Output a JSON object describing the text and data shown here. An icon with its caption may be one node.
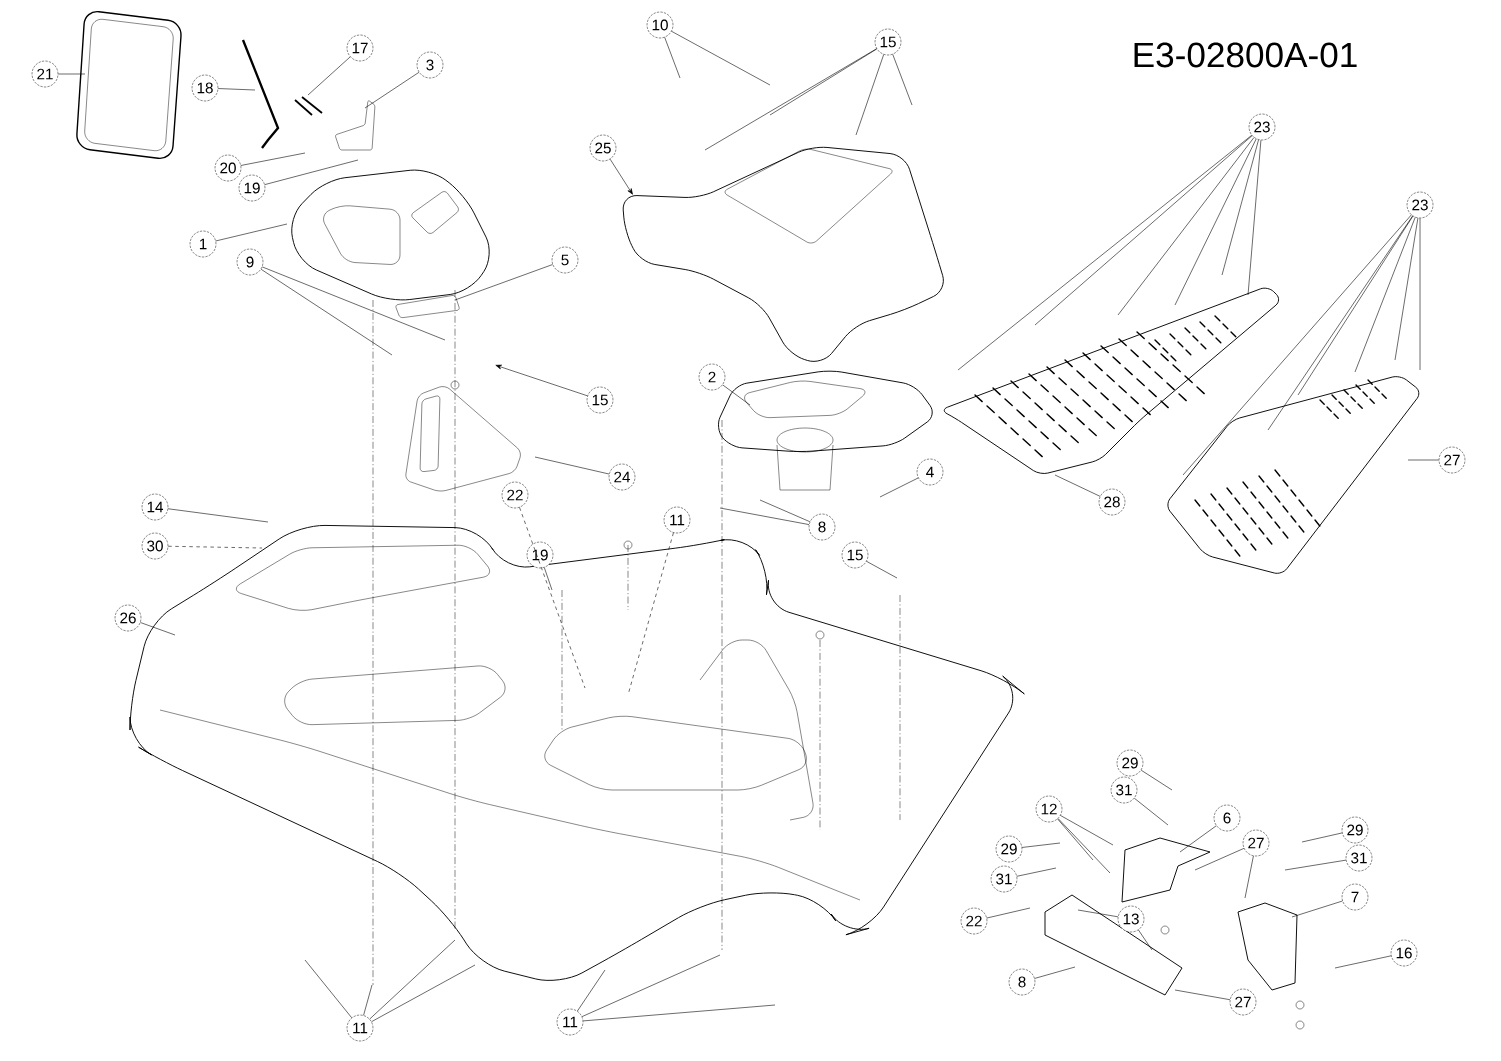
{
  "diagram": {
    "nodes": [
      {
        "text": [
          "21"
        ]
      },
      {
        "text": [
          "18"
        ]
      },
      {
        "text": [
          "17"
        ]
      },
      {
        "text": [
          "3"
        ]
      },
      {
        "text": [
          "20"
        ]
      },
      {
        "text": [
          "19"
        ]
      },
      {
        "text": [
          "1"
        ]
      },
      {
        "text": [
          "9"
        ]
      },
      {
        "text": [
          "5"
        ]
      },
      {
        "text": [
          "10"
        ]
      },
      {
        "text": [
          "15"
        ]
      },
      {
        "text": [
          "25"
        ]
      },
      {
        "text": [
          "15"
        ]
      },
      {
        "text": [
          "2"
        ]
      },
      {
        "text": [
          "24"
        ]
      },
      {
        "text": [
          "4"
        ]
      },
      {
        "text": [
          "8"
        ]
      },
      {
        "text": [
          "23"
        ]
      },
      {
        "text": [
          "23"
        ]
      },
      {
        "text": [
          "28"
        ]
      },
      {
        "text": [
          "27"
        ]
      },
      {
        "text": [
          "14"
        ]
      },
      {
        "text": [
          "30"
        ]
      },
      {
        "text": [
          "26"
        ]
      },
      {
        "text": [
          "22"
        ]
      },
      {
        "text": [
          "19"
        ]
      },
      {
        "text": [
          "11"
        ]
      },
      {
        "text": [
          "15"
        ]
      },
      {
        "text": [
          "11"
        ]
      },
      {
        "text": [
          "11"
        ]
      },
      {
        "text": [
          "29"
        ]
      },
      {
        "text": [
          "31"
        ]
      },
      {
        "text": [
          "12"
        ]
      },
      {
        "text": [
          "6"
        ]
      },
      {
        "text": [
          "29"
        ]
      },
      {
        "text": [
          "31"
        ]
      },
      {
        "text": [
          "27"
        ]
      },
      {
        "text": [
          "29"
        ]
      },
      {
        "text": [
          "31"
        ]
      },
      {
        "text": [
          "7"
        ]
      },
      {
        "text": [
          "22"
        ]
      },
      {
        "text": [
          "13"
        ]
      },
      {
        "text": [
          "16"
        ]
      },
      {
        "text": [
          "8"
        ]
      },
      {
        "text": [
          "27"
        ]
      }
    ],
    "edges": [
      {
        "from": 0,
        "to": null,
        "arrow": "none"
      },
      {
        "from": 1,
        "to": null,
        "arrow": "none"
      },
      {
        "from": 2,
        "to": null,
        "arrow": "none"
      },
      {
        "from": 3,
        "to": null,
        "arrow": "none"
      },
      {
        "from": 4,
        "to": null,
        "arrow": "none"
      },
      {
        "from": 5,
        "to": null,
        "arrow": "none"
      },
      {
        "from": 6,
        "to": null,
        "arrow": "none"
      },
      {
        "from": 7,
        "to": null,
        "arrow": "none"
      },
      {
        "from": 7,
        "to": null,
        "arrow": "none"
      },
      {
        "from": 8,
        "to": null,
        "arrow": "none"
      },
      {
        "from": 9,
        "to": null,
        "arrow": "none"
      },
      {
        "from": 9,
        "to": null,
        "arrow": "none"
      },
      {
        "from": 10,
        "to": null,
        "arrow": "none"
      },
      {
        "from": 10,
        "to": null,
        "arrow": "none"
      },
      {
        "from": 10,
        "to": null,
        "arrow": "none"
      },
      {
        "from": 10,
        "to": null,
        "arrow": "none"
      },
      {
        "from": 11,
        "to": null,
        "arrow": "to"
      },
      {
        "from": 12,
        "to": null,
        "arrow": "to"
      },
      {
        "from": 13,
        "to": null,
        "arrow": "none"
      },
      {
        "from": 14,
        "to": null,
        "arrow": "none"
      },
      {
        "from": 15,
        "to": null,
        "arrow": "none"
      },
      {
        "from": 16,
        "to": null,
        "arrow": "none"
      },
      {
        "from": 16,
        "to": null,
        "arrow": "none"
      },
      {
        "from": 17,
        "to": null,
        "arrow": "none"
      },
      {
        "from": 17,
        "to": null,
        "arrow": "none"
      },
      {
        "from": 17,
        "to": null,
        "arrow": "none"
      },
      {
        "from": 17,
        "to": null,
        "arrow": "none"
      },
      {
        "from": 17,
        "to": null,
        "arrow": "none"
      },
      {
        "from": 17,
        "to": null,
        "arrow": "none"
      },
      {
        "from": 18,
        "to": null,
        "arrow": "none"
      },
      {
        "from": 18,
        "to": null,
        "arrow": "none"
      },
      {
        "from": 18,
        "to": null,
        "arrow": "none"
      },
      {
        "from": 18,
        "to": null,
        "arrow": "none"
      },
      {
        "from": 18,
        "to": null,
        "arrow": "none"
      },
      {
        "from": 18,
        "to": null,
        "arrow": "none"
      },
      {
        "from": 19,
        "to": null,
        "arrow": "none"
      },
      {
        "from": 20,
        "to": null,
        "arrow": "none"
      },
      {
        "from": 21,
        "to": null,
        "arrow": "none"
      },
      {
        "from": 22,
        "to": null,
        "arrow": "none",
        "style": "dashed"
      },
      {
        "from": 23,
        "to": null,
        "arrow": "none"
      },
      {
        "from": 24,
        "to": null,
        "arrow": "none",
        "style": "dashed"
      },
      {
        "from": 25,
        "to": null,
        "arrow": "none"
      },
      {
        "from": 26,
        "to": null,
        "arrow": "none",
        "style": "dashed"
      },
      {
        "from": 27,
        "to": null,
        "arrow": "none"
      },
      {
        "from": 28,
        "to": null,
        "arrow": "none"
      },
      {
        "from": 28,
        "to": null,
        "arrow": "none"
      },
      {
        "from": 28,
        "to": null,
        "arrow": "none"
      },
      {
        "from": 28,
        "to": null,
        "arrow": "none"
      },
      {
        "from": 29,
        "to": null,
        "arrow": "none"
      },
      {
        "from": 29,
        "to": null,
        "arrow": "none"
      },
      {
        "from": 29,
        "to": null,
        "arrow": "none"
      },
      {
        "from": 30,
        "to": null,
        "arrow": "none"
      },
      {
        "from": 31,
        "to": null,
        "arrow": "none"
      },
      {
        "from": 32,
        "to": null,
        "arrow": "none"
      },
      {
        "from": 32,
        "to": null,
        "arrow": "none"
      },
      {
        "from": 32,
        "to": null,
        "arrow": "none"
      },
      {
        "from": 33,
        "to": null,
        "arrow": "none"
      },
      {
        "from": 34,
        "to": null,
        "arrow": "none"
      },
      {
        "from": 35,
        "to": null,
        "arrow": "none"
      },
      {
        "from": 36,
        "to": null,
        "arrow": "none"
      },
      {
        "from": 36,
        "to": null,
        "arrow": "none"
      },
      {
        "from": 37,
        "to": null,
        "arrow": "none"
      },
      {
        "from": 38,
        "to": null,
        "arrow": "none"
      },
      {
        "from": 39,
        "to": null,
        "arrow": "none"
      },
      {
        "from": 40,
        "to": null,
        "arrow": "none"
      },
      {
        "from": 41,
        "to": null,
        "arrow": "none"
      },
      {
        "from": 41,
        "to": null,
        "arrow": "none"
      },
      {
        "from": 42,
        "to": null,
        "arrow": "none"
      },
      {
        "from": 43,
        "to": null,
        "arrow": "none"
      },
      {
        "from": 44,
        "to": null,
        "arrow": "none"
      }
    ],
    "labels": [
      "E3-02800A-01"
    ]
  }
}
